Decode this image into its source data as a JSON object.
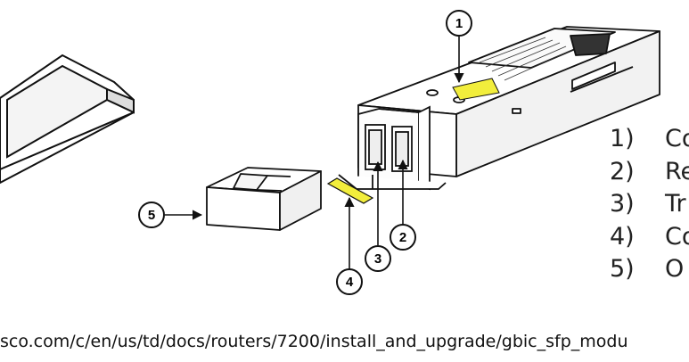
{
  "callouts": [
    {
      "number": "1"
    },
    {
      "number": "2"
    },
    {
      "number": "3"
    },
    {
      "number": "4"
    },
    {
      "number": "5"
    }
  ],
  "legend": [
    {
      "number": "1)",
      "text": "Co"
    },
    {
      "number": "2)",
      "text": "Re"
    },
    {
      "number": "3)",
      "text": "Tr"
    },
    {
      "number": "4)",
      "text": "Co"
    },
    {
      "number": "5)",
      "text": "O"
    }
  ],
  "source_url": "sco.com/c/en/us/td/docs/routers/7200/install_and_upgrade/gbic_sfp_modu",
  "colors": {
    "highlight": "#f2ee3c",
    "line": "#111111",
    "background": "#ffffff"
  }
}
